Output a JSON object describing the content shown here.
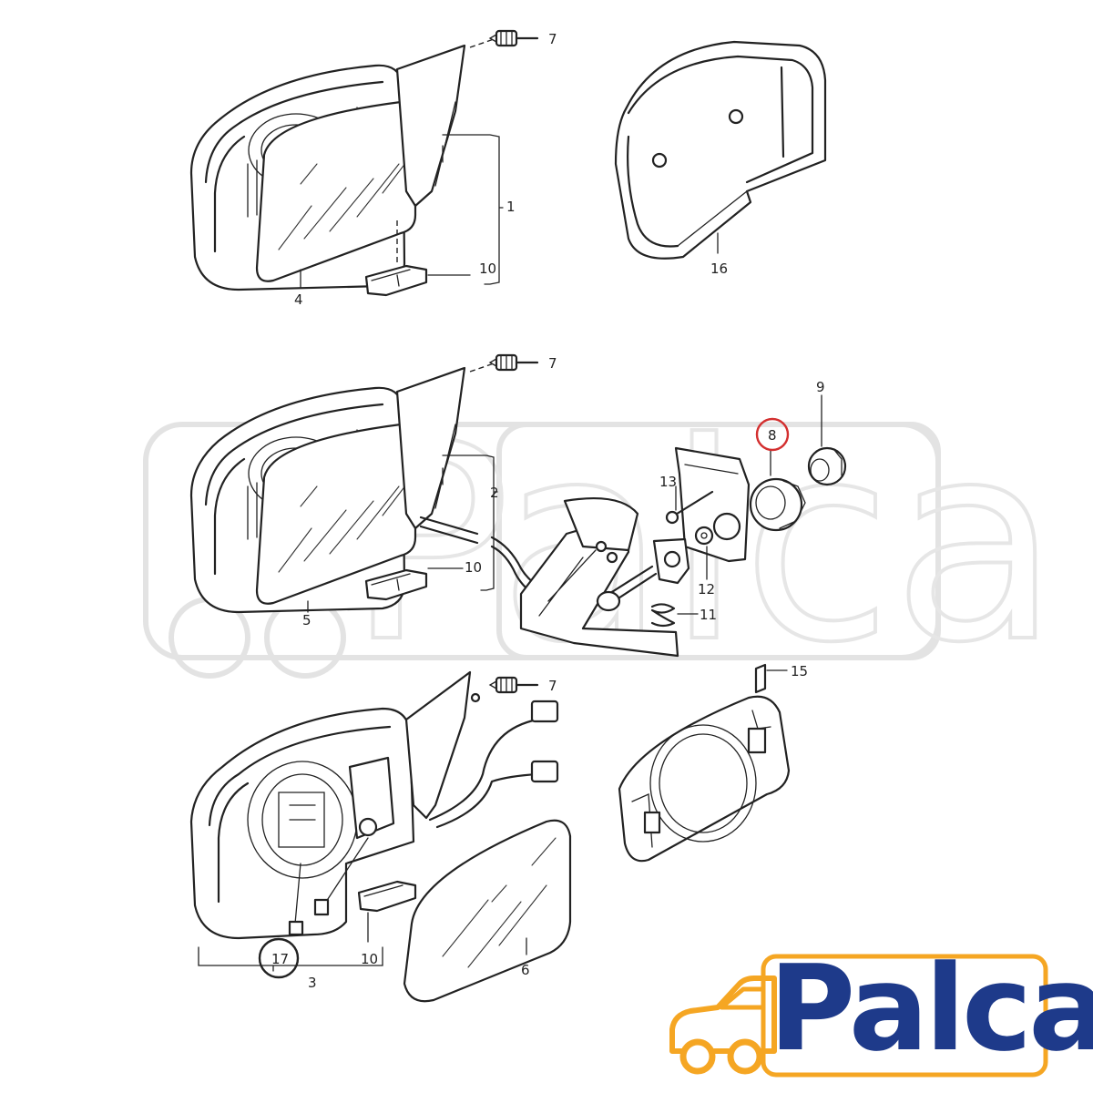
{
  "callouts": {
    "c1": "1",
    "c2": "2",
    "c3": "3",
    "c4": "4",
    "c5": "5",
    "c6": "6",
    "c7a": "7",
    "c7b": "7",
    "c7c": "7",
    "c8": "8",
    "c9": "9",
    "c10a": "10",
    "c10b": "10",
    "c10c": "10",
    "c11": "11",
    "c12": "12",
    "c13": "13",
    "c15": "15",
    "c16": "16",
    "c17": "17"
  },
  "highlight": {
    "part": "8",
    "color": "#d32f2f"
  },
  "logo": {
    "text": "Palca",
    "text_color": "#1e3a8a",
    "accent_color": "#f5a623",
    "icon": "truck-icon"
  },
  "watermark": {
    "text": "Palca"
  }
}
